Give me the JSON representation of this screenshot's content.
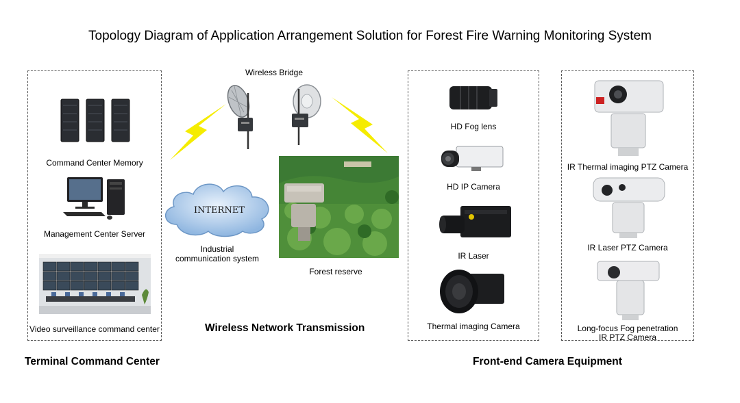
{
  "title": "Topology Diagram of Application Arrangement Solution for Forest Fire Warning Monitoring System",
  "left_panel": {
    "items": [
      {
        "label": "Command Center Memory"
      },
      {
        "label": "Management Center Server"
      },
      {
        "label": "Video surveillance command center"
      }
    ],
    "section_label": "Terminal Command Center"
  },
  "middle": {
    "wireless_bridge_label": "Wireless Bridge",
    "internet_text": "INTERNET",
    "industrial_label_line1": "Industrial",
    "industrial_label_line2": "communication system",
    "forest_label": "Forest reserve",
    "transmission_label": "Wireless Network Transmission"
  },
  "camera_panel": {
    "items": [
      {
        "label": "HD Fog lens"
      },
      {
        "label": "HD IP Camera"
      },
      {
        "label": "IR Laser"
      },
      {
        "label": "Thermal imaging Camera"
      }
    ]
  },
  "ptz_panel": {
    "items": [
      {
        "label": "IR Thermal imaging PTZ Camera"
      },
      {
        "label": "IR Laser PTZ Camera"
      },
      {
        "label_line1": "Long-focus Fog penetration",
        "label_line2": "IR PTZ Camera"
      }
    ]
  },
  "right_section_label": "Front-end Camera Equipment",
  "colors": {
    "lightning": "#f5ec00",
    "cloud": "#a9c8ea",
    "forest": "#3f8a2c",
    "dash": "#555555"
  }
}
